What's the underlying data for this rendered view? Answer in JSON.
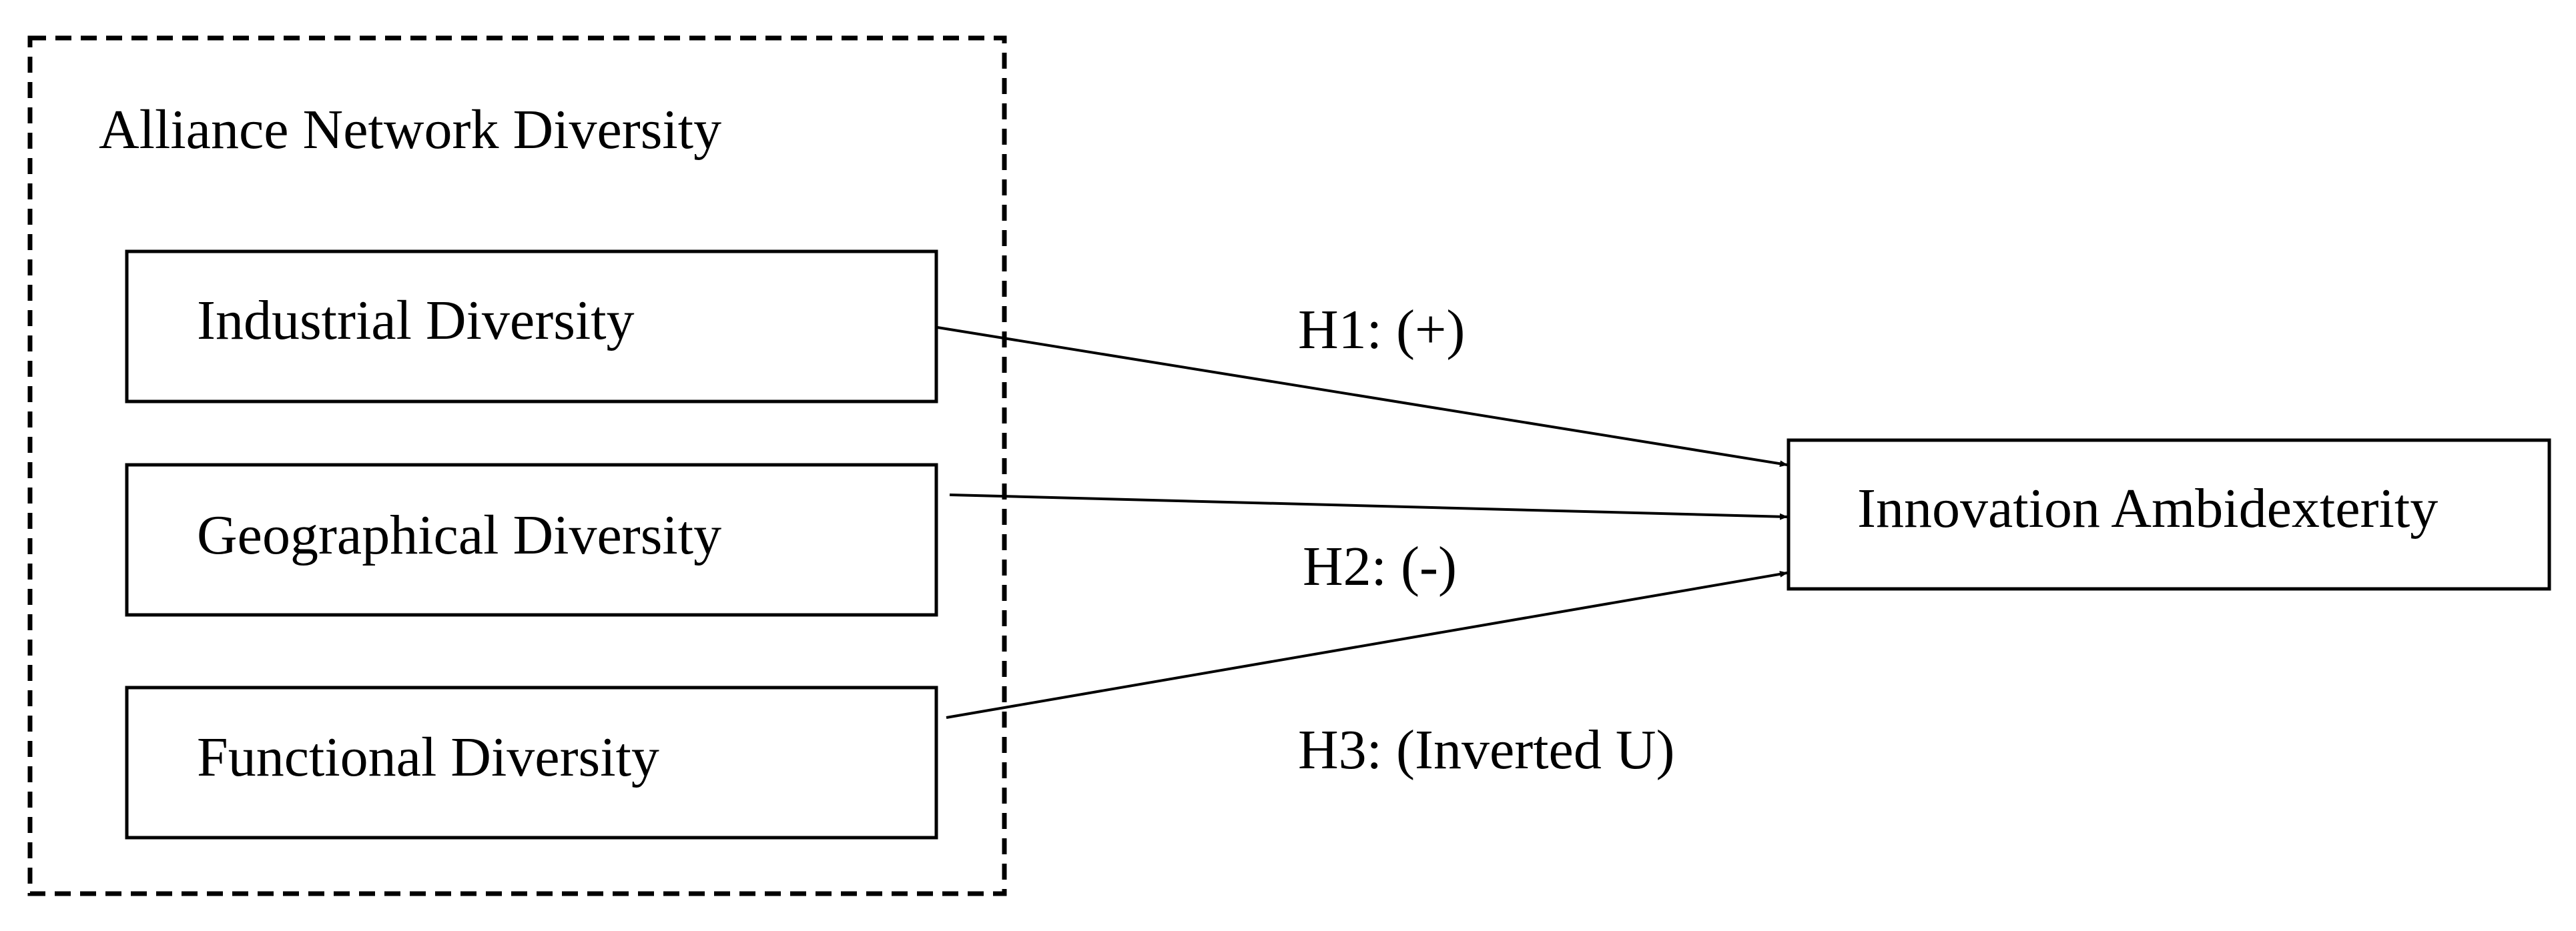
{
  "group": {
    "title": "Alliance Network Diversity"
  },
  "sources": [
    {
      "label": "Industrial Diversity"
    },
    {
      "label": "Geographical Diversity"
    },
    {
      "label": "Functional Diversity"
    }
  ],
  "target": {
    "label": "Innovation Ambidexterity"
  },
  "hypotheses": [
    {
      "label": "H1: (+)"
    },
    {
      "label": "H2: (-)"
    },
    {
      "label": "H3: (Inverted U)"
    }
  ]
}
